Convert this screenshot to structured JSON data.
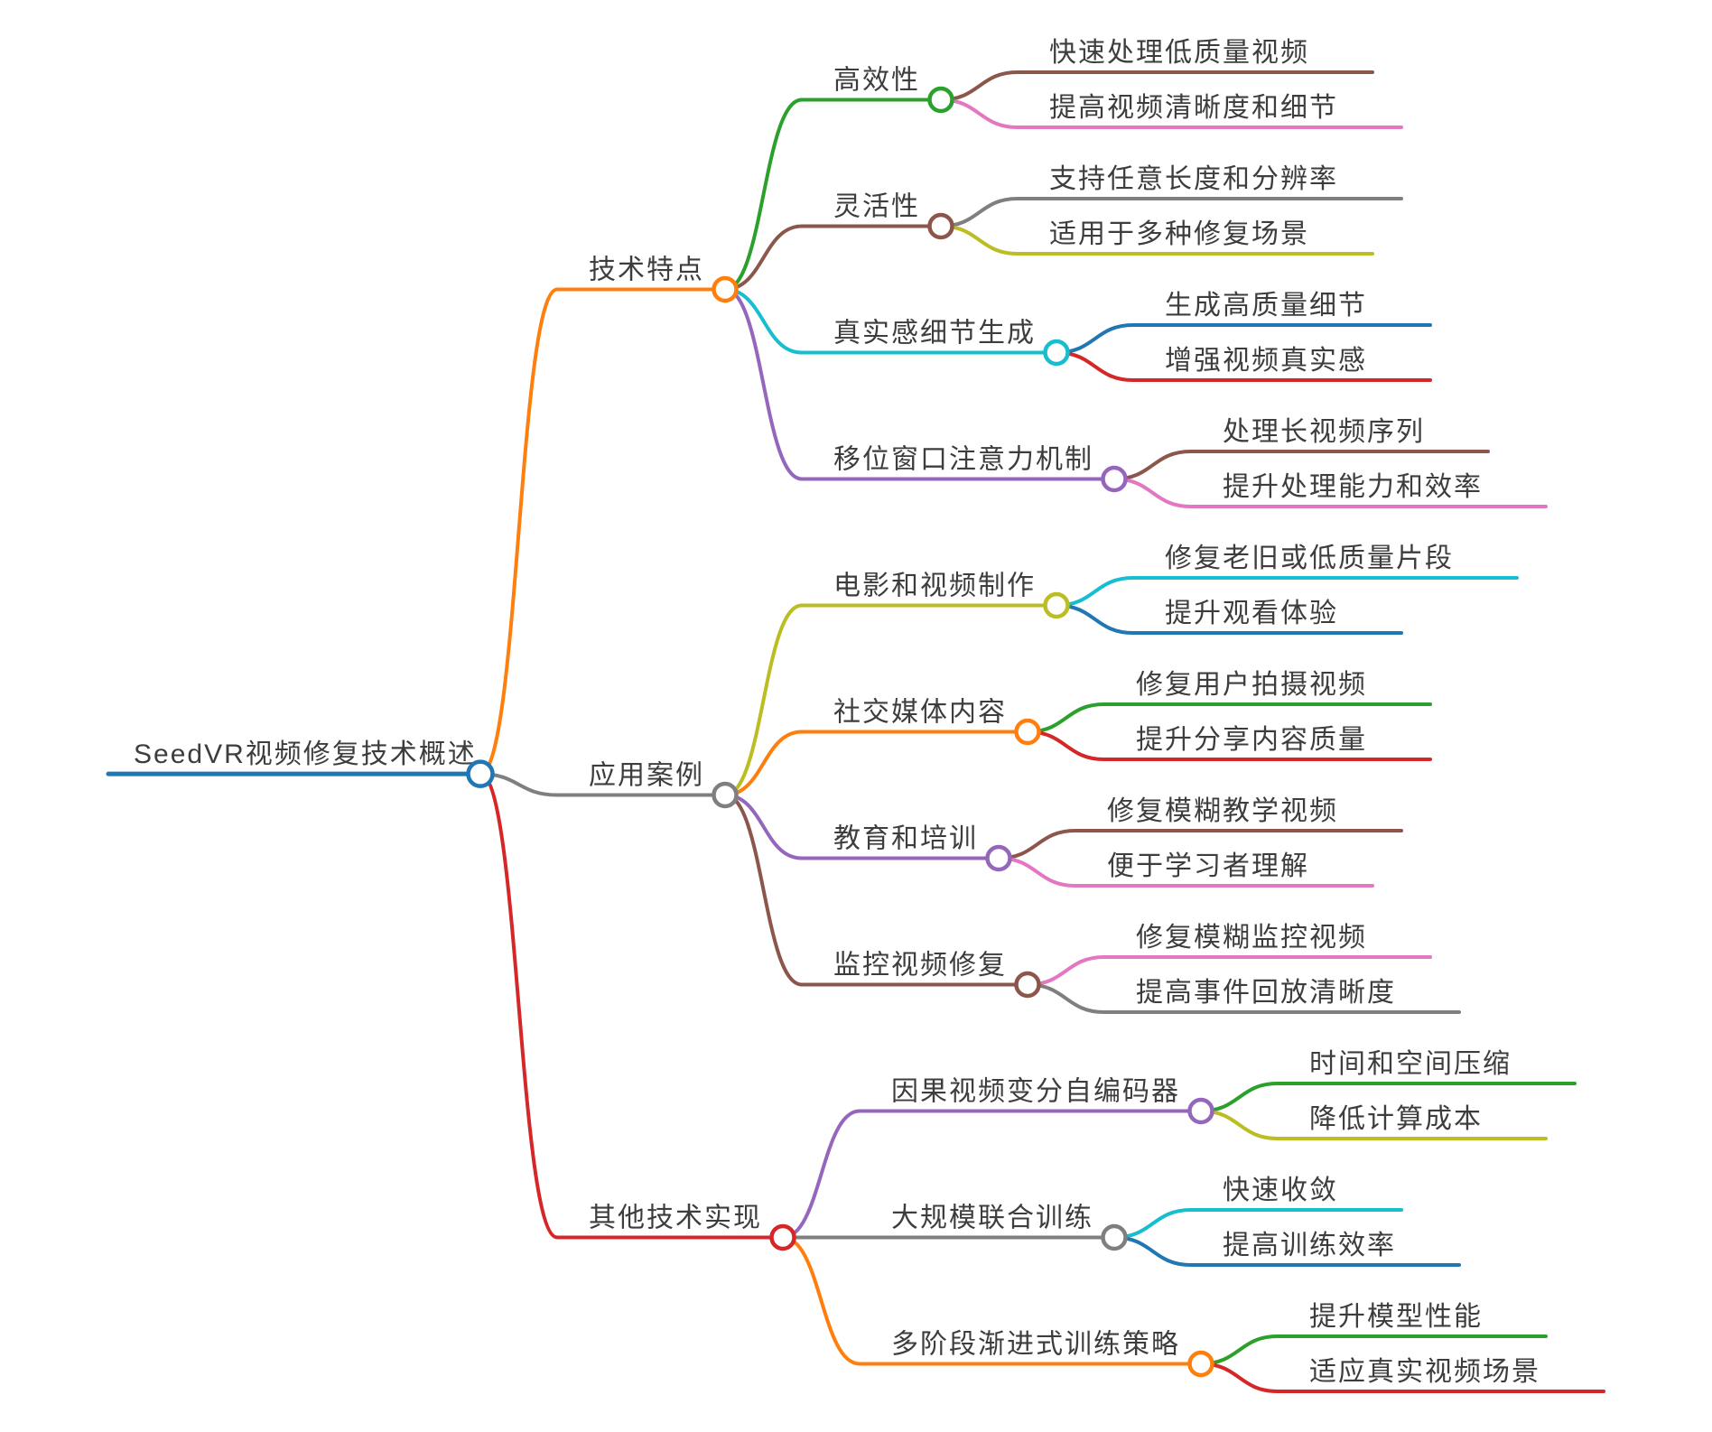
{
  "meta": {
    "background_color": "#ffffff",
    "text_color": "#3d3d3d",
    "diagram_type": "mindmap"
  },
  "palette": {
    "blue": "#1f77b4",
    "orange": "#ff7f0e",
    "green": "#2ca02c",
    "red": "#d62728",
    "purple": "#9467bd",
    "brown": "#8c564b",
    "pink": "#e377c2",
    "gray": "#7f7f7f",
    "olive": "#bcbd22",
    "cyan": "#17becf"
  },
  "mindmap": {
    "label": "SeedVR视频修复技术概述",
    "color": "#1f77b4",
    "children": [
      {
        "label": "技术特点",
        "color": "#ff7f0e",
        "children": [
          {
            "label": "高效性",
            "color": "#2ca02c",
            "children": [
              {
                "label": "快速处理低质量视频",
                "color": "#8c564b",
                "children": []
              },
              {
                "label": "提高视频清晰度和细节",
                "color": "#e377c2",
                "children": []
              }
            ]
          },
          {
            "label": "灵活性",
            "color": "#8c564b",
            "children": [
              {
                "label": "支持任意长度和分辨率",
                "color": "#7f7f7f",
                "children": []
              },
              {
                "label": "适用于多种修复场景",
                "color": "#bcbd22",
                "children": []
              }
            ]
          },
          {
            "label": "真实感细节生成",
            "color": "#17becf",
            "children": [
              {
                "label": "生成高质量细节",
                "color": "#1f77b4",
                "children": []
              },
              {
                "label": "增强视频真实感",
                "color": "#d62728",
                "children": []
              }
            ]
          },
          {
            "label": "移位窗口注意力机制",
            "color": "#9467bd",
            "children": [
              {
                "label": "处理长视频序列",
                "color": "#8c564b",
                "children": []
              },
              {
                "label": "提升处理能力和效率",
                "color": "#e377c2",
                "children": []
              }
            ]
          }
        ]
      },
      {
        "label": "应用案例",
        "color": "#7f7f7f",
        "children": [
          {
            "label": "电影和视频制作",
            "color": "#bcbd22",
            "children": [
              {
                "label": "修复老旧或低质量片段",
                "color": "#17becf",
                "children": []
              },
              {
                "label": "提升观看体验",
                "color": "#1f77b4",
                "children": []
              }
            ]
          },
          {
            "label": "社交媒体内容",
            "color": "#ff7f0e",
            "children": [
              {
                "label": "修复用户拍摄视频",
                "color": "#2ca02c",
                "children": []
              },
              {
                "label": "提升分享内容质量",
                "color": "#d62728",
                "children": []
              }
            ]
          },
          {
            "label": "教育和培训",
            "color": "#9467bd",
            "children": [
              {
                "label": "修复模糊教学视频",
                "color": "#8c564b",
                "children": []
              },
              {
                "label": "便于学习者理解",
                "color": "#e377c2",
                "children": []
              }
            ]
          },
          {
            "label": "监控视频修复",
            "color": "#8c564b",
            "children": [
              {
                "label": "修复模糊监控视频",
                "color": "#e377c2",
                "children": []
              },
              {
                "label": "提高事件回放清晰度",
                "color": "#7f7f7f",
                "children": []
              }
            ]
          }
        ]
      },
      {
        "label": "其他技术实现",
        "color": "#d62728",
        "children": [
          {
            "label": "因果视频变分自编码器",
            "color": "#9467bd",
            "children": [
              {
                "label": "时间和空间压缩",
                "color": "#2ca02c",
                "children": []
              },
              {
                "label": "降低计算成本",
                "color": "#bcbd22",
                "children": []
              }
            ]
          },
          {
            "label": "大规模联合训练",
            "color": "#7f7f7f",
            "children": [
              {
                "label": "快速收敛",
                "color": "#17becf",
                "children": []
              },
              {
                "label": "提高训练效率",
                "color": "#1f77b4",
                "children": []
              }
            ]
          },
          {
            "label": "多阶段渐进式训练策略",
            "color": "#ff7f0e",
            "children": [
              {
                "label": "提升模型性能",
                "color": "#2ca02c",
                "children": []
              },
              {
                "label": "适应真实视频场景",
                "color": "#d62728",
                "children": []
              }
            ]
          }
        ]
      }
    ]
  }
}
